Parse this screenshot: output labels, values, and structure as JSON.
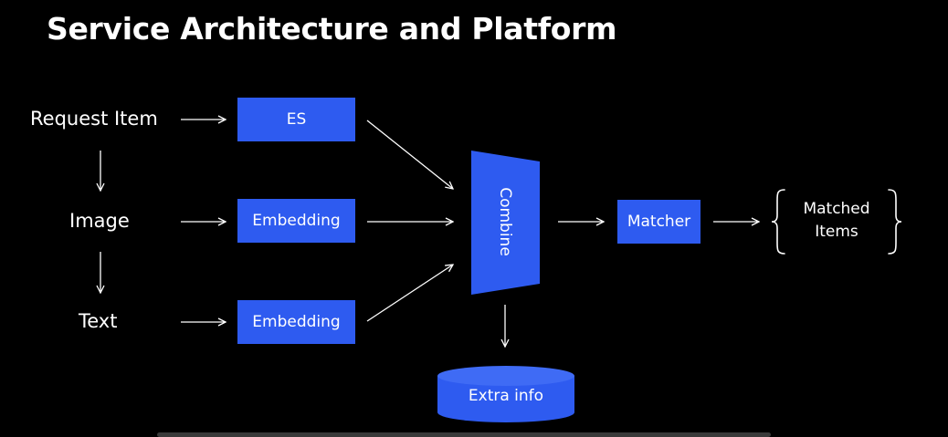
{
  "title": "Service Architecture and Platform",
  "inputs": {
    "request_item": "Request Item",
    "image": "Image",
    "text": "Text"
  },
  "boxes": {
    "es": "ES",
    "embedding_image": "Embedding",
    "embedding_text": "Embedding",
    "combine": "Combine",
    "matcher": "Matcher",
    "extra_info": "Extra info"
  },
  "output": {
    "line1": "Matched",
    "line2": "Items"
  },
  "colors": {
    "background": "#000000",
    "accent": "#2e5bf0",
    "text": "#ffffff"
  }
}
